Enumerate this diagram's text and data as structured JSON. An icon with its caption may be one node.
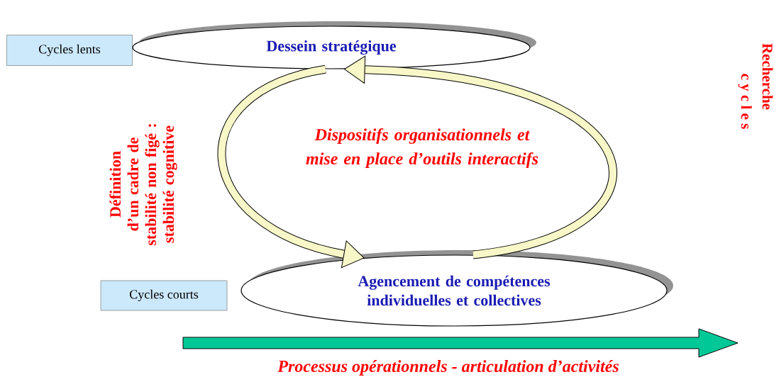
{
  "diagram": {
    "nodes": [
      {
        "text": [
          "Cycles lents"
        ]
      },
      {
        "text": [
          "Dessein stratégique"
        ]
      },
      {
        "text": [
          "Cycles courts"
        ]
      },
      {
        "text": [
          "Agencement de compétences individuelles et collectives"
        ]
      }
    ],
    "edges": [
      {
        "from": 1,
        "to": 3,
        "arrow": "to"
      },
      {
        "from": 3,
        "to": 1,
        "arrow": "to"
      }
    ],
    "labels": [
      "Dispositifs organisationnels et mise en place d’outils interactifs",
      "Définition d’un cadre de stabilité non figé : stabilité cognitive",
      "Recherche",
      "c y c l e s",
      "Processus opérationnels - articulation d’activités"
    ]
  }
}
